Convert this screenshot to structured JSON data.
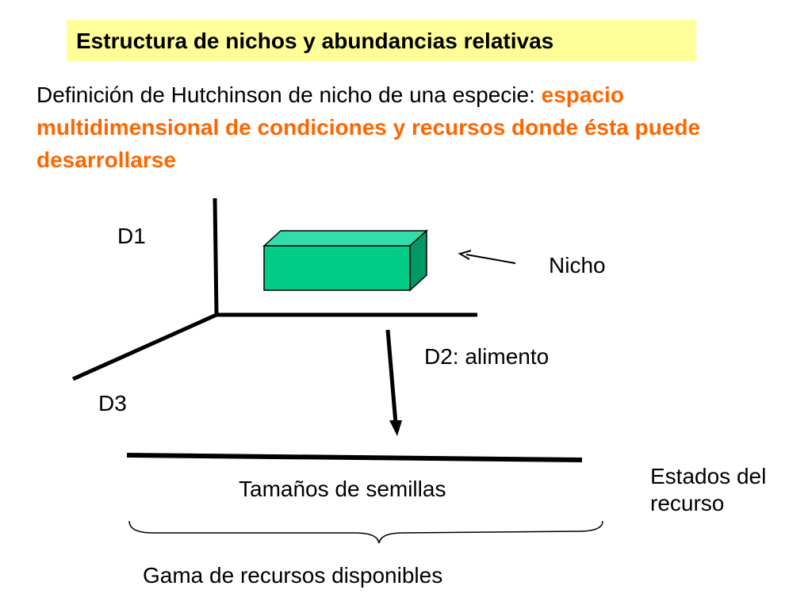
{
  "slide": {
    "title": "Estructura de nichos y abundancias relativas",
    "definition_lead": "Definición de Hutchinson de nicho de una especie: ",
    "definition_highlight": "espacio multidimensional de condiciones y recursos donde ésta puede desarrollarse"
  },
  "diagram": {
    "axis_d1_label": "D1",
    "axis_d2_label": "D2: alimento",
    "axis_d3_label": "D3",
    "niche_label": "Nicho",
    "resource_line_label": "Tamaños de semillas",
    "resource_states_label_line1": "Estados del",
    "resource_states_label_line2": "recurso",
    "brace_label": "Gama de recursos disponibles"
  },
  "colors": {
    "title_background": "#ffff99",
    "highlight_text": "#ff6600",
    "niche_box_front": "#00cc88",
    "niche_box_top": "#33ddaa",
    "niche_box_side": "#009966",
    "lines": "#000000"
  }
}
